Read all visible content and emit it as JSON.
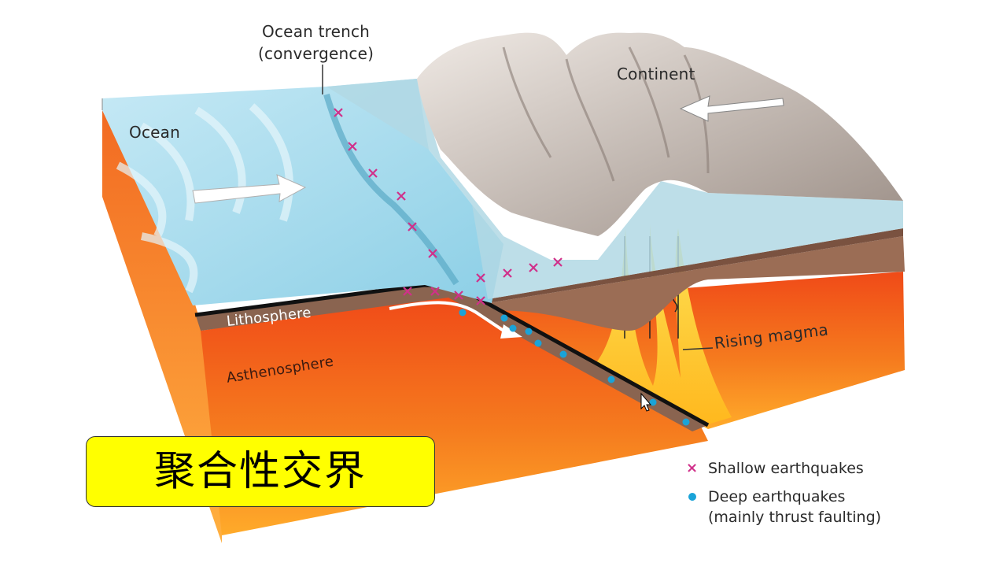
{
  "diagram": {
    "labels": {
      "ocean_trench_line1": "Ocean trench",
      "ocean_trench_line2": "(convergence)",
      "ocean": "Ocean",
      "continent": "Continent",
      "lithosphere": "Lithosphere",
      "asthenosphere": "Asthenosphere",
      "rising_magma": "Rising magma"
    },
    "title": "聚合性交界",
    "legend": {
      "shallow": "Shallow earthquakes",
      "deep_line1": "Deep earthquakes",
      "deep_line2": "(mainly thrust faulting)"
    },
    "colors": {
      "ocean": "#a9dbee",
      "ocean_shallow": "#c8e8f2",
      "continent": "#c9c2bd",
      "lithosphere": "#8a6450",
      "asthenosphere": "#f05a1a",
      "magma": "#ffd21f",
      "shallow_quake": "#d0308a",
      "deep_quake": "#1aa3d8",
      "title_bg": "#ffff00"
    },
    "icons": [
      "arrow-right-icon",
      "arrow-left-icon",
      "shallow-quake-x-icon",
      "deep-quake-dot-icon",
      "mouse-cursor-icon"
    ]
  }
}
